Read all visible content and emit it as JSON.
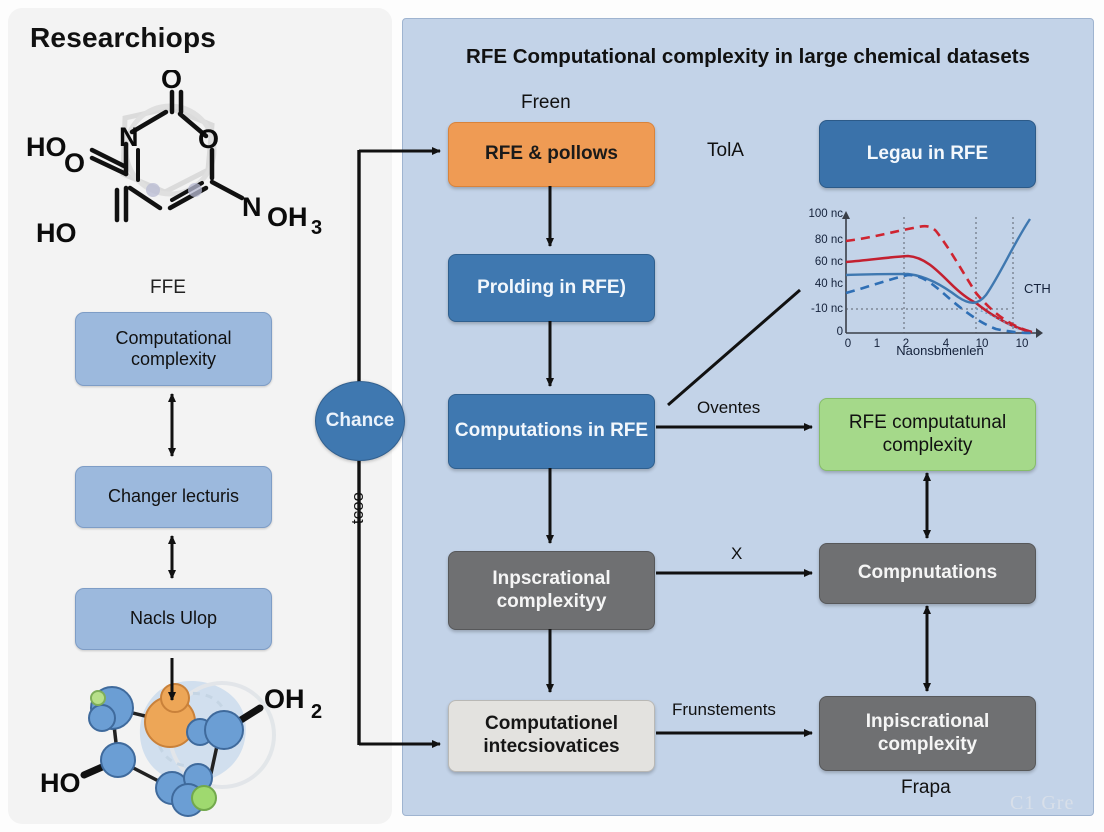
{
  "page": {
    "title": "Researchiops",
    "watermark": "C1 Gre"
  },
  "left": {
    "molecule_top": {
      "caption": "FFE",
      "atom_labels": [
        "O",
        "N",
        "O",
        "HO",
        "O",
        "HO",
        "N",
        "OH",
        "3"
      ],
      "label_ho_upper": "HO",
      "label_o_upper": "O",
      "label_ho_lower": "HO",
      "label_o_top": "O",
      "label_n_ring": "N",
      "label_o_ring": "O",
      "label_n_right": "N",
      "label_oh": "OH",
      "label_sub3": "3"
    },
    "boxes": [
      {
        "label": "Computational complexity"
      },
      {
        "label": "Changer lecturis"
      },
      {
        "label": "Nacls Ulop"
      }
    ],
    "molecule_bottom": {
      "label_ho": "HO",
      "label_oh": "OH",
      "label_sub2": "2"
    }
  },
  "center": {
    "circle_label": "Chance",
    "vertical_label": "tcoo"
  },
  "right": {
    "panel_title": "RFE Computational complexity in large chemical datasets",
    "free_label": "Freen",
    "tola_label": "TolA",
    "frapa_label": "Frapa",
    "boxes": {
      "rfe_pollows": "RFE & pollows",
      "prolding": "Prolding in RFE)",
      "computations_in_rfe": "Computations in RFE",
      "inpscrational": "Inpscrational complexityy",
      "computationel": "Computationel intecsiovatices",
      "legau": "Legau in RFE",
      "green": "RFE computatunal complexity",
      "computations": "Compnutations",
      "inpiscrational": "Inpiscrational complexity"
    },
    "edge_labels": {
      "oventes": "Oventes",
      "x": "X",
      "frunstements": "Frunstements"
    }
  },
  "chart_data": {
    "type": "line",
    "title": "",
    "xlabel": "Naonsbmenlen",
    "ylabel": "",
    "x_tick_labels": [
      "0",
      "1",
      "2",
      "4",
      "10",
      "10"
    ],
    "y_tick_labels": [
      "0",
      "-10 nc",
      "40 hc",
      "60 nc",
      "80 nc",
      "100 nc"
    ],
    "ylim": [
      0,
      100
    ],
    "xlim": [
      0,
      5
    ],
    "grid": "dotted-vertical",
    "annotation": "CTH",
    "legend_position": "none",
    "series": [
      {
        "name": "red-dashed",
        "color": "#cf2430",
        "style": "dashed",
        "x": [
          0,
          1,
          2,
          3,
          4,
          5
        ],
        "values": [
          78,
          81,
          84,
          88,
          55,
          8
        ]
      },
      {
        "name": "red-solid",
        "color": "#c32030",
        "style": "solid",
        "x": [
          0,
          1,
          2,
          3,
          4,
          5
        ],
        "values": [
          61,
          63,
          64,
          55,
          36,
          6
        ]
      },
      {
        "name": "blue-solid",
        "color": "#3f78b0",
        "style": "solid",
        "x": [
          0,
          1,
          2,
          3,
          4,
          5
        ],
        "values": [
          51,
          51,
          50,
          45,
          36,
          82
        ]
      },
      {
        "name": "blue-dashed",
        "color": "#2f6fb5",
        "style": "dashed",
        "x": [
          0,
          1,
          2,
          3,
          4,
          5
        ],
        "values": [
          31,
          41,
          49,
          44,
          26,
          4
        ]
      }
    ]
  },
  "colors": {
    "panel_bg": "#c3d3e8",
    "orange": "#ef9b54",
    "blue": "#3f78b0",
    "grey": "#6f7072",
    "light_grey": "#e3e2df",
    "green": "#a5d98a",
    "left_box": "#9cb9dd"
  }
}
